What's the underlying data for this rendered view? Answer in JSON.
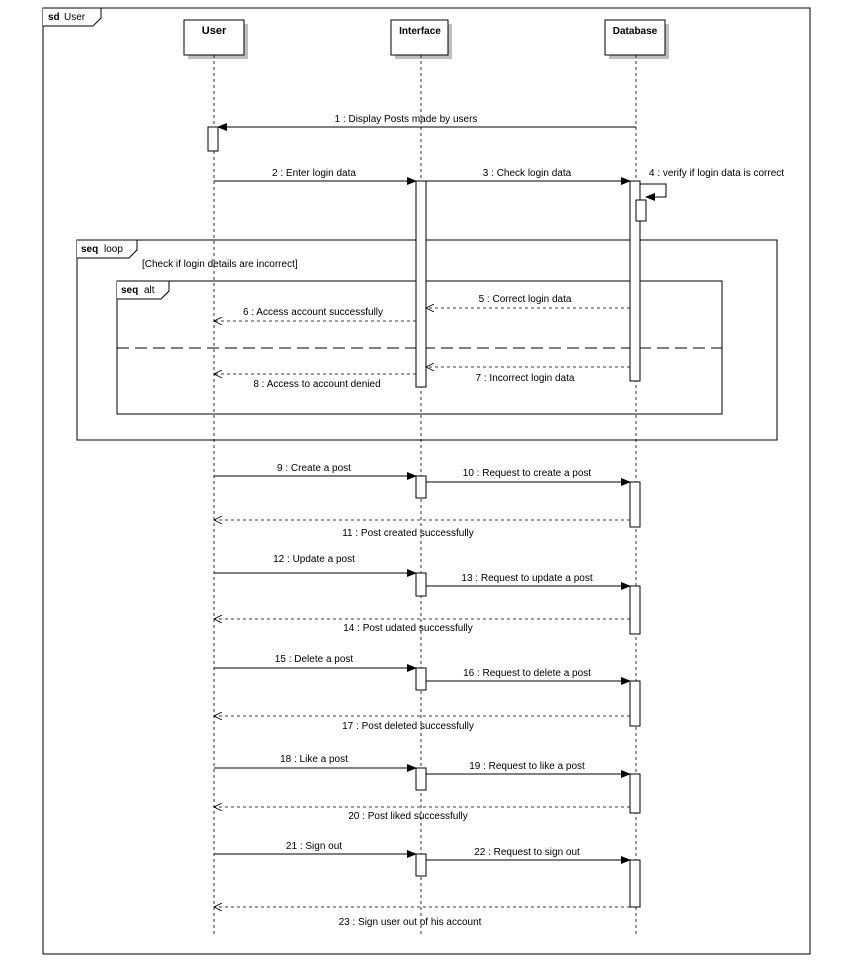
{
  "frame": {
    "kind": "sd",
    "name": "User"
  },
  "lifelines": [
    {
      "id": "user",
      "label": "User"
    },
    {
      "id": "interface",
      "label": "Interface"
    },
    {
      "id": "database",
      "label": "Database"
    }
  ],
  "fragments": [
    {
      "id": "loop",
      "kind": "seq",
      "name": "loop",
      "guard": "[Check if login details are incorrect]"
    },
    {
      "id": "alt",
      "kind": "seq",
      "name": "alt"
    }
  ],
  "messages": [
    {
      "id": "m1",
      "label": "1 : Display Posts made by users",
      "from": "database",
      "to": "user",
      "style": "sync"
    },
    {
      "id": "m2",
      "label": "2 : Enter login data",
      "from": "user",
      "to": "interface",
      "style": "sync"
    },
    {
      "id": "m3",
      "label": "3 : Check login data",
      "from": "interface",
      "to": "database",
      "style": "sync"
    },
    {
      "id": "m4",
      "label": "4 : verify if login data is correct",
      "from": "database",
      "to": "database",
      "style": "self"
    },
    {
      "id": "m5",
      "label": "5 : Correct login data",
      "from": "database",
      "to": "interface",
      "style": "return"
    },
    {
      "id": "m6",
      "label": "6 : Access account successfully",
      "from": "interface",
      "to": "user",
      "style": "return"
    },
    {
      "id": "m7",
      "label": "7 : Incorrect login data",
      "from": "database",
      "to": "interface",
      "style": "return"
    },
    {
      "id": "m8",
      "label": "8 : Access to account denied",
      "from": "interface",
      "to": "user",
      "style": "return"
    },
    {
      "id": "m9",
      "label": "9 : Create a post",
      "from": "user",
      "to": "interface",
      "style": "sync"
    },
    {
      "id": "m10",
      "label": "10 : Request to create a post",
      "from": "interface",
      "to": "database",
      "style": "sync"
    },
    {
      "id": "m11",
      "label": "11 : Post created successfully",
      "from": "database",
      "to": "user",
      "style": "return"
    },
    {
      "id": "m12",
      "label": "12 : Update a post",
      "from": "user",
      "to": "interface",
      "style": "sync"
    },
    {
      "id": "m13",
      "label": "13 : Request to update a post",
      "from": "interface",
      "to": "database",
      "style": "sync"
    },
    {
      "id": "m14",
      "label": "14 : Post udated successfully",
      "from": "database",
      "to": "user",
      "style": "return"
    },
    {
      "id": "m15",
      "label": "15 : Delete a post",
      "from": "user",
      "to": "interface",
      "style": "sync"
    },
    {
      "id": "m16",
      "label": "16 : Request to delete a post",
      "from": "interface",
      "to": "database",
      "style": "sync"
    },
    {
      "id": "m17",
      "label": "17 : Post deleted successfully",
      "from": "database",
      "to": "user",
      "style": "return"
    },
    {
      "id": "m18",
      "label": "18 : Like a post",
      "from": "user",
      "to": "interface",
      "style": "sync"
    },
    {
      "id": "m19",
      "label": "19 : Request to like a post",
      "from": "interface",
      "to": "database",
      "style": "sync"
    },
    {
      "id": "m20",
      "label": "20 : Post liked successfully",
      "from": "database",
      "to": "user",
      "style": "return"
    },
    {
      "id": "m21",
      "label": "21 : Sign out",
      "from": "user",
      "to": "interface",
      "style": "sync"
    },
    {
      "id": "m22",
      "label": "22 : Request to sign out",
      "from": "interface",
      "to": "database",
      "style": "sync"
    },
    {
      "id": "m23",
      "label": "23 : Sign user out of his account",
      "from": "database",
      "to": "user",
      "style": "return"
    }
  ]
}
